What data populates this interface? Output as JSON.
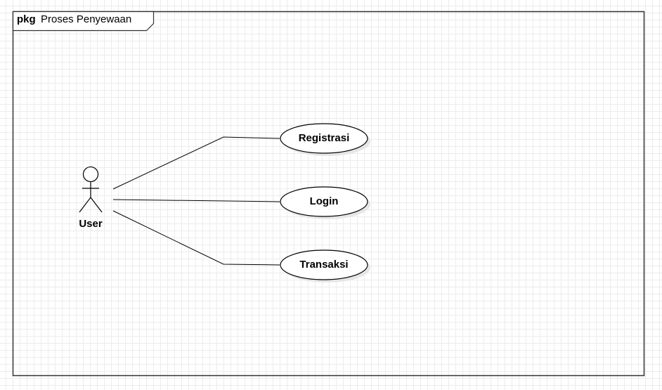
{
  "frame": {
    "keyword": "pkg",
    "name": "Proses Penyewaan"
  },
  "actor": {
    "label": "User",
    "icon": "stick-figure-actor-icon"
  },
  "use_cases": [
    {
      "label": "Registrasi"
    },
    {
      "label": "Login"
    },
    {
      "label": "Transaksi"
    }
  ],
  "colors": {
    "stroke": "#333333",
    "shadow": "#e6e6e6",
    "grid": "#ececec",
    "fill": "#ffffff"
  }
}
